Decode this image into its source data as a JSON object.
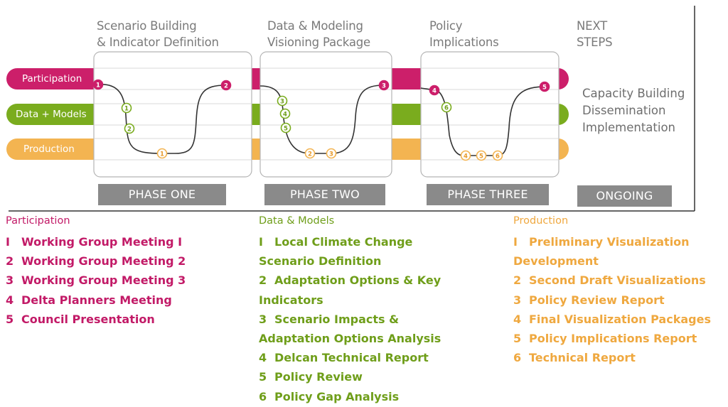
{
  "phases": [
    {
      "title_line1": "Scenario Building",
      "title_line2": "& Indicator Definition",
      "label": "PHASE ONE"
    },
    {
      "title_line1": "Data & Modeling",
      "title_line2": "Visioning Package",
      "label": "PHASE TWO"
    },
    {
      "title_line1": "Policy",
      "title_line2": "Implications",
      "label": "PHASE THREE"
    },
    {
      "title_line1": "NEXT",
      "title_line2": "STEPS",
      "label": "ONGOING"
    }
  ],
  "lanes": [
    {
      "label": "Participation",
      "color": "#cc1f6a"
    },
    {
      "label": "Data + Models",
      "color": "#7aac1e"
    },
    {
      "label": "Production",
      "color": "#f3b451"
    }
  ],
  "next_steps": [
    "Capacity Building",
    "Dissemination",
    "Implementation"
  ],
  "markers": {
    "participation": [
      "1",
      "2",
      "3",
      "4",
      "5"
    ],
    "data_models": [
      "1",
      "2",
      "3",
      "4",
      "5",
      "6"
    ],
    "production": [
      "1",
      "2",
      "3",
      "4",
      "5",
      "6"
    ]
  },
  "legend": {
    "participation": {
      "heading": "Participation",
      "color": "#c21a67",
      "items": [
        {
          "num": "I",
          "text": "Working Group Meeting I"
        },
        {
          "num": "2",
          "text": "Working Group Meeting 2"
        },
        {
          "num": "3",
          "text": "Working Group Meeting 3"
        },
        {
          "num": "4",
          "text": "Delta Planners Meeting"
        },
        {
          "num": "5",
          "text": "Council Presentation"
        }
      ]
    },
    "data_models": {
      "heading": "Data & Models",
      "color": "#6f9e1a",
      "items": [
        {
          "num": "I",
          "text": "Local Climate Change"
        },
        {
          "num": "",
          "text": "Scenario Definition"
        },
        {
          "num": "2",
          "text": "Adaptation Options & Key"
        },
        {
          "num": "",
          "text": "Indicators"
        },
        {
          "num": "3",
          "text": "Scenario Impacts &"
        },
        {
          "num": "",
          "text": "Adaptation Options Analysis"
        },
        {
          "num": "4",
          "text": "Delcan Technical Report"
        },
        {
          "num": "5",
          "text": "Policy Review"
        },
        {
          "num": "6",
          "text": "Policy Gap Analysis"
        }
      ]
    },
    "production": {
      "heading": "Production",
      "color": "#efa83f",
      "items": [
        {
          "num": "I",
          "text": "Preliminary Visualization"
        },
        {
          "num": "",
          "text": "Development"
        },
        {
          "num": "2",
          "text": "Second Draft Visualizations"
        },
        {
          "num": "3",
          "text": "Policy Review Report"
        },
        {
          "num": "4",
          "text": "Final Visualization Packages"
        },
        {
          "num": "5",
          "text": "Policy Implications Report"
        },
        {
          "num": "6",
          "text": "Technical Report"
        }
      ]
    }
  }
}
